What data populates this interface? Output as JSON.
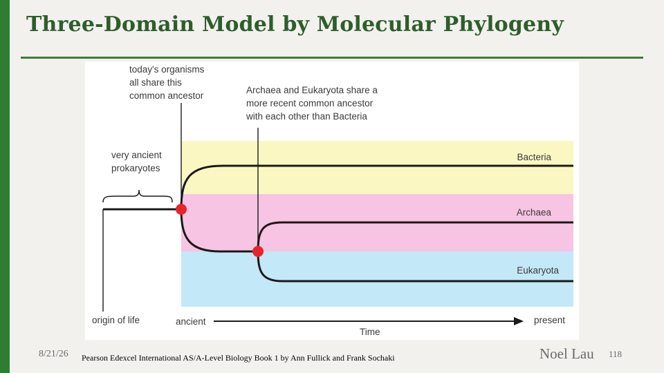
{
  "slide": {
    "title": "Three-Domain Model by Molecular Phylogeny",
    "date": "8/21/26",
    "citation": "Pearson Edexcel International AS/A-Level Biology Book 1 by Ann Fullick and Frank Sochaki",
    "author": "Noel Lau",
    "page_number": "118"
  },
  "colors": {
    "accent_green": "#2e7d32",
    "title_green": "#2d5e2a",
    "band_bacteria": "#fbf7c2",
    "band_archaea": "#f7c4e3",
    "band_eukaryota": "#c3e8f7",
    "node_red": "#e8242b"
  },
  "diagram": {
    "annotation_common_ancestor": [
      "today's organisms",
      "all share this",
      "common ancestor"
    ],
    "annotation_archaea_eukaryota": [
      "Archaea and Eukaryota share a",
      "more recent common ancestor",
      "with each other than Bacteria"
    ],
    "annotation_prokaryotes": [
      "very ancient",
      "prokaryotes"
    ],
    "label_bacteria": "Bacteria",
    "label_archaea": "Archaea",
    "label_eukaryota": "Eukaryota",
    "label_origin": "origin of life",
    "axis_start": "ancient",
    "axis_end": "present",
    "axis_title": "Time"
  }
}
